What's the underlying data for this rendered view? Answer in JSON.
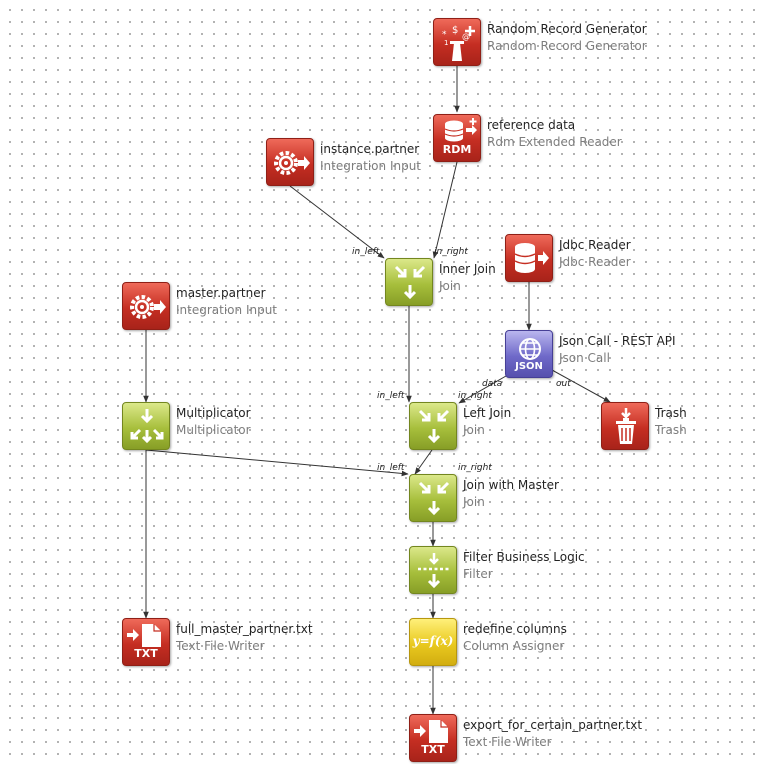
{
  "nodes": {
    "random_record_generator": {
      "title": "Random Record Generator",
      "subtitle": "Random Record Generator",
      "icon": "random-generator-icon"
    },
    "reference_data": {
      "title": "reference data",
      "subtitle": "Rdm Extended Reader",
      "icon": "rdm-database-icon",
      "badge": "RDM"
    },
    "instance_partner": {
      "title": "instance.partner",
      "subtitle": "Integration Input",
      "icon": "gear-input-icon"
    },
    "inner_join": {
      "title": "Inner Join",
      "subtitle": "Join",
      "icon": "join-icon"
    },
    "jdbc_reader": {
      "title": "Jdbc Reader",
      "subtitle": "Jdbc Reader",
      "icon": "database-icon"
    },
    "master_partner": {
      "title": "master.partner",
      "subtitle": "Integration Input",
      "icon": "gear-input-icon"
    },
    "json_call": {
      "title": "Json Call - REST API",
      "subtitle": "Json Call",
      "icon": "globe-icon",
      "badge": "JSON"
    },
    "multiplicator": {
      "title": "Multiplicator",
      "subtitle": "Multiplicator",
      "icon": "multiplicator-icon"
    },
    "left_join": {
      "title": "Left Join",
      "subtitle": "Join",
      "icon": "join-icon"
    },
    "trash": {
      "title": "Trash",
      "subtitle": "Trash",
      "icon": "trash-icon"
    },
    "join_with_master": {
      "title": "Join with Master",
      "subtitle": "Join",
      "icon": "join-icon"
    },
    "filter_business_logic": {
      "title": "Filter Business Logic",
      "subtitle": "Filter",
      "icon": "filter-icon"
    },
    "full_master_partner_txt": {
      "title": "full_master_partner.txt",
      "subtitle": "Text File Writer",
      "icon": "text-file-icon",
      "badge": "TXT"
    },
    "redefine_columns": {
      "title": "redefine columns",
      "subtitle": "Column Assigner",
      "icon": "function-icon",
      "badge": "y=f(x)"
    },
    "export_for_certain_partner_txt": {
      "title": "export_for_certain_partner.txt",
      "subtitle": "Text File Writer",
      "icon": "text-file-icon",
      "badge": "TXT"
    }
  },
  "edge_labels": {
    "inner_join_left": "in_left",
    "inner_join_right": "in_right",
    "left_join_left": "in_left",
    "left_join_right": "in_right",
    "json_data": "data",
    "json_out": "out",
    "master_join_left": "in_left",
    "master_join_right": "in_right"
  },
  "colors": {
    "red": "#c52e22",
    "green": "#a7bf3c",
    "yellow": "#e9c91f",
    "purple": "#6f69c9",
    "edge": "#333333"
  }
}
